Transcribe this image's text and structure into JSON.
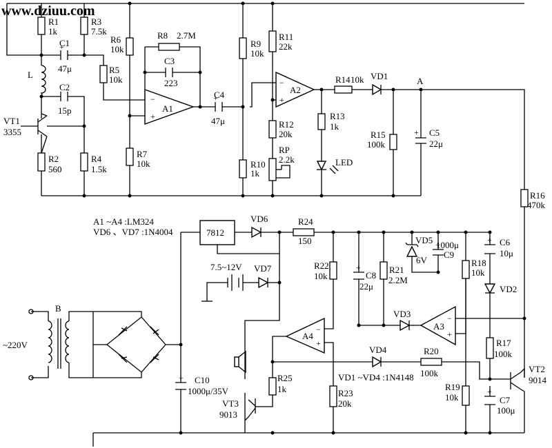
{
  "watermark": "www.dziuu.com",
  "labels": {
    "R1": "R1",
    "R1v": "1k",
    "R3": "R3",
    "R3v": "7.5k",
    "R6": "R6",
    "R6v": "10k",
    "R8": "R8",
    "R8v": "2.7M",
    "C1": "C1",
    "C1v": "47μ",
    "C3": "C3",
    "C3v": "223",
    "R5": "R5",
    "R5v": "10k",
    "L": "L",
    "C2": "C2",
    "C2v": "15p",
    "A1": "A1",
    "C4": "C4",
    "C4v": "47μ",
    "VT1": "VT1",
    "VT1v": "3355",
    "R2": "R2",
    "R2v": "560",
    "R4": "R4",
    "R4v": "1.5k",
    "R7": "R7",
    "R7v": "10k",
    "R9": "R9",
    "R9v": "10k",
    "R11": "R11",
    "R11v": "22k",
    "A2": "A2",
    "R14": "R14",
    "R14v": "10k",
    "VD1": "VD1",
    "nodeA": "A",
    "R13": "R13",
    "R13v": "1k",
    "R12": "R12",
    "R12v": "20k",
    "R15": "R15",
    "R15v": "100k",
    "C5": "C5",
    "C5v": "22μ",
    "RP": "RP",
    "RPv": "2.2k",
    "R10": "R10",
    "R10v": "1k",
    "LED": "LED",
    "R16": "R16",
    "R16v": "470k",
    "note1": "A1 ~A4 :LM324",
    "note2": "VD6 、VD7 :1N4004",
    "reg": "7812",
    "VD6": "VD6",
    "R24": "R24",
    "R24v": "150",
    "VD5": "VD5",
    "VD5v": "6V",
    "C9": "C9",
    "C9v": "1000μ",
    "C6": "C6",
    "C6v": "10μ",
    "supply": "7.5~12V",
    "VD7": "VD7",
    "R22": "R22",
    "R22v": "10k",
    "C8": "C8",
    "C8v": "22μ",
    "R21": "R21",
    "R21v": "2.2M",
    "R18": "R18",
    "R18v": "10k",
    "VD2": "VD2",
    "B": "B",
    "mains": "~220V",
    "VD3": "VD3",
    "A3": "A3",
    "A4": "A4",
    "VD4": "VD4",
    "R20": "R20",
    "R20v": "100k",
    "R17": "R17",
    "R17v": "100k",
    "C10": "C10",
    "C10v": "1000μ/35V",
    "R25": "R25",
    "R25v": "1k",
    "note3": "VD1 ~VD4 :1N4148",
    "VT2": "VT2",
    "VT2v": "9014",
    "R19": "R19",
    "R19v": "10k",
    "R23": "R23",
    "R23v": "20k",
    "C7": "C7",
    "C7v": "100μ",
    "VT3": "VT3",
    "VT3v": "9013"
  }
}
